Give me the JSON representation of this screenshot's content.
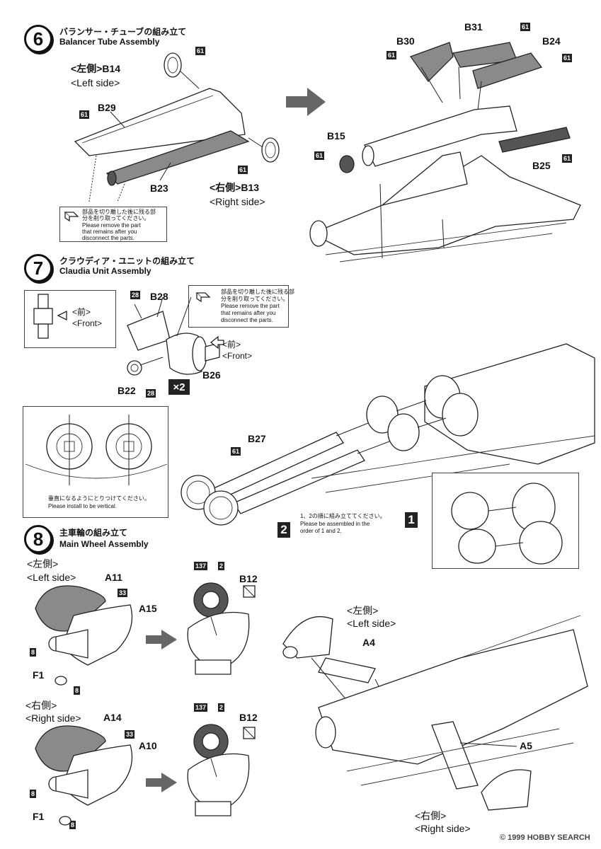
{
  "step6": {
    "number": "6",
    "title_jp": "バランサー・チューブの組み立て",
    "title_en": "Balancer Tube Assembly",
    "left_jp": "<左側>B14",
    "left_en": "<Left side>",
    "right_jp": "<右側>B13",
    "right_en": "<Right side>",
    "parts": [
      "B29",
      "B23",
      "B30",
      "B31",
      "B24",
      "B15",
      "B25"
    ],
    "paint": "61",
    "note_jp_1": "部品を切り離した後に残る部",
    "note_jp_2": "分を削り取ってください。",
    "note_en_1": "Please remove the part",
    "note_en_2": "that remains after you",
    "note_en_3": "disconnect the parts."
  },
  "step7": {
    "number": "7",
    "title_jp": "クラウディア・ユニットの組み立て",
    "title_en": "Claudia Unit Assembly",
    "front_jp": "<前>",
    "front_en": "<Front>",
    "parts": [
      "B28",
      "B26",
      "B22",
      "B27"
    ],
    "paint28": "28",
    "times": "×2",
    "note_jp_1": "部品を切り離した後に残る部",
    "note_jp_2": "分を削り取ってください。",
    "note_en_1": "Please remove the part",
    "note_en_2": "that remains after you",
    "note_en_3": "disconnect the parts.",
    "vertical_jp": "垂直になるようにとりつけてください。",
    "vertical_en": "Please install to be vertical.",
    "order_jp": "1、2の順に組み立ててください。",
    "order_en_1": "Please be assembled in the",
    "order_en_2": "order of 1 and 2.",
    "box1": "1",
    "box2": "2"
  },
  "step8": {
    "number": "8",
    "title_jp": "主車輪の組み立て",
    "title_en": "Main Wheel Assembly",
    "left_jp": "<左側>",
    "left_en": "<Left side>",
    "right_jp": "<右側>",
    "right_en": "<Right side>",
    "parts_left": [
      "A11",
      "A15",
      "F1",
      "B12"
    ],
    "parts_right": [
      "A14",
      "A10",
      "F1",
      "B12"
    ],
    "parts_main": [
      "A4",
      "A5"
    ],
    "paint33": "33",
    "paint8": "8",
    "paint137": "137",
    "paint2": "2"
  },
  "watermark": "© 1999 HOBBY SEARCH"
}
